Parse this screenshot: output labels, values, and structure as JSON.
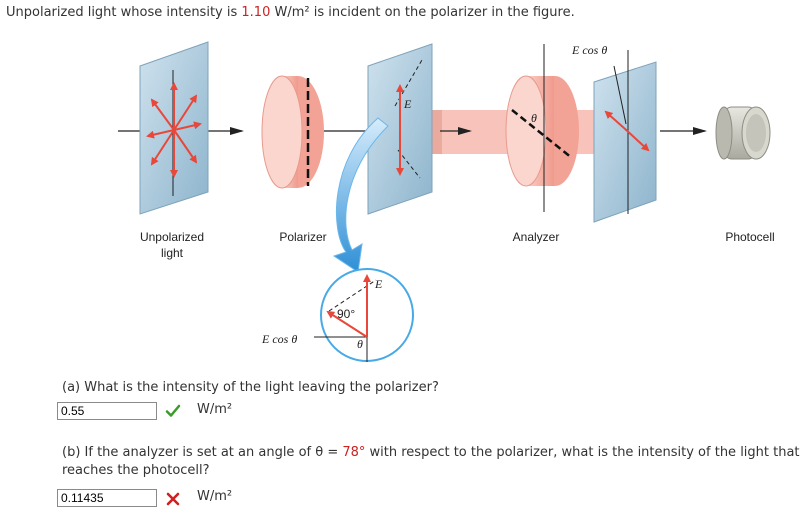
{
  "problem": {
    "intro_prefix": "Unpolarized light whose intensity is ",
    "intensity_value": "1.10",
    "intro_suffix": " W/m² is incident on the polarizer in the figure."
  },
  "figure": {
    "labels": {
      "unpolarized": "Unpolarized light",
      "polarizer": "Polarizer",
      "analyzer": "Analyzer",
      "photocell": "Photocell",
      "e_cos_theta_top": "E cos θ",
      "e_top": "E",
      "theta_top": "θ",
      "e_inset": "E",
      "angle_90": "90°",
      "theta_inset": "θ",
      "e_cos_theta_inset": "E cos θ"
    }
  },
  "part_a": {
    "question": "(a) What is the intensity of the light leaving the polarizer?",
    "answer_value": "0.55",
    "unit": "W/m²",
    "status": "correct",
    "status_color": "#3a9a2a"
  },
  "part_b": {
    "question_prefix": "(b) If the analyzer is set at an angle of θ = ",
    "angle_value": "78°",
    "question_suffix": " with respect to the polarizer, what is the intensity of the light that reaches the photocell?",
    "answer_value": "0.11435",
    "unit": "W/m²",
    "status": "incorrect",
    "status_color": "#d02020"
  },
  "colors": {
    "given_value": "#cc2222",
    "arrow_red": "#e8473a",
    "glass": "#9fc3d8",
    "lens": "#f5b3a8",
    "beam": "#f7b9ae",
    "inset_arrow": "#2e8fd6"
  }
}
